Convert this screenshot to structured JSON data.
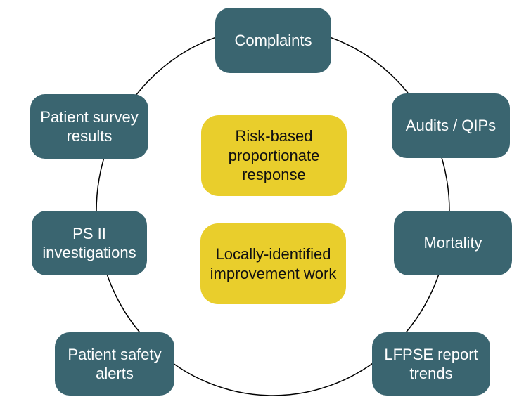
{
  "diagram": {
    "type": "circular-process-diagram",
    "background_color": "#ffffff",
    "circle": {
      "stroke_color": "#000000"
    },
    "colors": {
      "ring_node_fill": "#3a6570",
      "ring_node_text": "#ffffff",
      "center_node_fill": "#e9ce2c",
      "center_node_text": "#111111"
    },
    "ring_nodes": [
      {
        "label": "Complaints"
      },
      {
        "label": "Patient survey\nresults"
      },
      {
        "label": "Audits / QIPs"
      },
      {
        "label": "PS II\ninvestigations"
      },
      {
        "label": "Mortality"
      },
      {
        "label": "Patient safety\nalerts"
      },
      {
        "label": "LFPSE report\ntrends"
      }
    ],
    "center_nodes": [
      {
        "label": "Risk-based\nproportionate\nresponse"
      },
      {
        "label": "Locally-identified\nimprovement work"
      }
    ]
  }
}
